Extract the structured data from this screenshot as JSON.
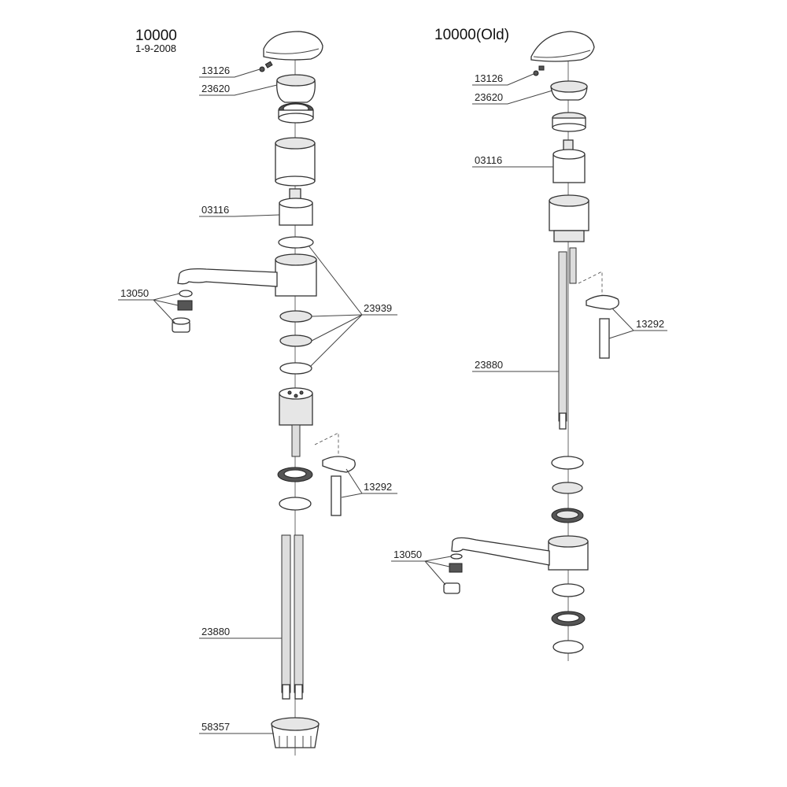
{
  "left": {
    "title": "10000",
    "date": "1-9-2008",
    "labels": {
      "screw": "13126",
      "cap": "23620",
      "cartridge": "03116",
      "aerator": "13050",
      "orings": "23939",
      "clamp": "13292",
      "hoses": "23880",
      "nut": "58357"
    }
  },
  "right": {
    "title": "10000(Old)",
    "labels": {
      "screw": "13126",
      "cap": "23620",
      "cartridge": "03116",
      "clamp": "13292",
      "hoses": "23880",
      "aerator": "13050"
    }
  }
}
